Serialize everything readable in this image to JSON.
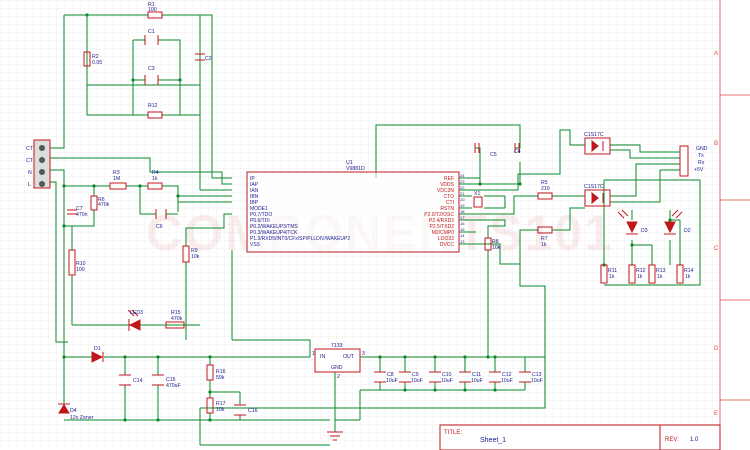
{
  "sheet": {
    "title_label": "TITLE:",
    "title": "Sheet_1",
    "rev_label": "REV:",
    "rev": "1.0",
    "border_letters": [
      "A",
      "B",
      "C",
      "D",
      "E"
    ]
  },
  "watermark": "COMPONENTS101",
  "colors": {
    "wire": "#0a8a2a",
    "part": "#c0171b",
    "label": "#1a1a8c",
    "grid": "#e6e6e6"
  },
  "components": {
    "R1": {
      "ref": "R1",
      "value": "100"
    },
    "R2": {
      "ref": "R2",
      "value": "0.05"
    },
    "C1": {
      "ref": "C1"
    },
    "C2": {
      "ref": "C2"
    },
    "C3": {
      "ref": "C3"
    },
    "R12": {
      "ref": "R12"
    },
    "R3": {
      "ref": "R3",
      "value": "1M"
    },
    "R4": {
      "ref": "R4",
      "value": "1k"
    },
    "R6": {
      "ref": "R6",
      "value": "470k"
    },
    "C7": {
      "ref": "C7",
      "value": "470n"
    },
    "C6": {
      "ref": "C6"
    },
    "R9": {
      "ref": "R9",
      "value": "10k"
    },
    "R10": {
      "ref": "R10",
      "value": "100"
    },
    "U1": {
      "ref": "U1",
      "part": "V9881D",
      "left_pins": [
        "IP",
        "IAP",
        "IAN",
        "IBN",
        "IBP",
        "MODE1",
        "P0.7/TDO",
        "P0.6/TDI",
        "P0.2/WAKEUP3/TMS",
        "P0.3/WAKEUP4/TCK",
        "P1.3/RXD5/INT0/CFx/SP/PLLDIV/WAKEUP2",
        "VSS"
      ],
      "right_pins": [
        "REF",
        "VDDS",
        "VDC3N",
        "CTO",
        "CTI",
        "RSTN",
        "P2.0/T2/OSC",
        "P2.4/RXD2",
        "P2.5/TXD2",
        "M2/CMP0",
        "LDO33",
        "DVCC"
      ],
      "right_pin_numbers": [
        "24",
        "23",
        "22",
        "21",
        "20",
        "19",
        "18",
        "17",
        "16",
        "15",
        "14",
        "13"
      ]
    },
    "C5": {
      "ref": "C5"
    },
    "C4": {
      "ref": "C4"
    },
    "X1": {
      "ref": "X1"
    },
    "R8": {
      "ref": "R8",
      "value": "10k"
    },
    "R5": {
      "ref": "R5",
      "value": "210"
    },
    "R7": {
      "ref": "R7",
      "value": "1k"
    },
    "OPTO1": {
      "ref": "C1S17C"
    },
    "OPTO2": {
      "ref": "C1S17C"
    },
    "J2": {
      "labels": [
        "GND",
        "Tx",
        "Rx",
        "+5V"
      ]
    },
    "D3": {
      "ref": "D3"
    },
    "D2": {
      "ref": "D2"
    },
    "R11": {
      "ref": "R11",
      "value": "1k"
    },
    "R12b": {
      "ref": "R12",
      "value": "1k"
    },
    "R13": {
      "ref": "R13",
      "value": "1k"
    },
    "R14": {
      "ref": "R14",
      "value": "1k"
    },
    "J1": {
      "labels": [
        "CT",
        "CT",
        "N",
        "L"
      ]
    },
    "LED3": {
      "ref": "LED3"
    },
    "R15": {
      "ref": "R15",
      "value": "470k"
    },
    "D1": {
      "ref": "D1"
    },
    "D4": {
      "ref": "D4",
      "value": "12v Zener"
    },
    "C14": {
      "ref": "C14"
    },
    "C15": {
      "ref": "C15",
      "value": "470uF"
    },
    "R16": {
      "ref": "R16",
      "value": "59k"
    },
    "R17": {
      "ref": "R17",
      "value": "10k"
    },
    "C16": {
      "ref": "C16"
    },
    "U2": {
      "ref": "7133",
      "in": "IN",
      "out": "OUT",
      "gnd": "GND",
      "pin_in": "1",
      "pin_out": "3",
      "pin_gnd": "2"
    },
    "C8": {
      "ref": "C8",
      "value": "10uF"
    },
    "C9": {
      "ref": "C9",
      "value": "10uF"
    },
    "C10": {
      "ref": "C10",
      "value": "10uF"
    },
    "C11": {
      "ref": "C11",
      "value": "10uF"
    },
    "C12": {
      "ref": "C12",
      "value": "10uF"
    },
    "C13": {
      "ref": "C13",
      "value": "10uF"
    }
  }
}
